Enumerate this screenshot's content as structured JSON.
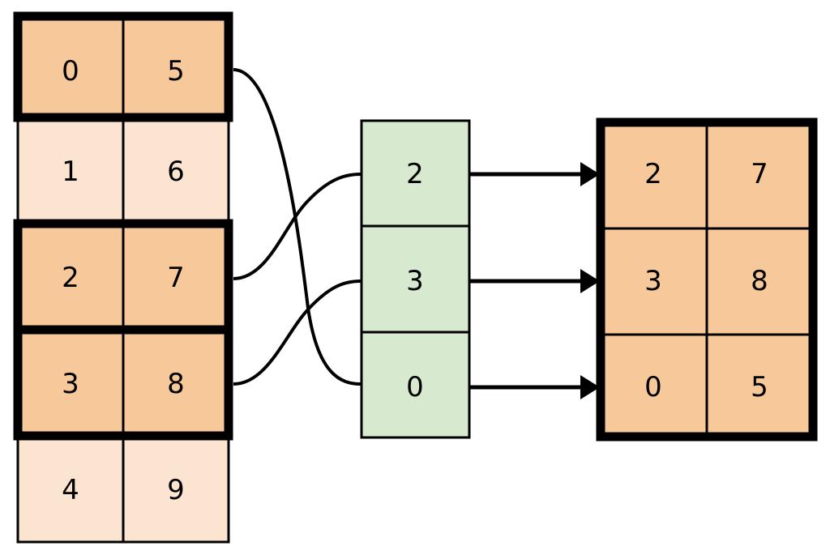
{
  "diagram": {
    "title": "array-gather-scatter-index-diagram",
    "colors": {
      "highlight_fill": "#f7c99a",
      "normal_fill": "#fbe5d0",
      "index_fill": "#d7e9ce",
      "stroke": "#000000",
      "background": "#ffffff"
    },
    "source_table": {
      "name": "source-array",
      "columns": 2,
      "rows": [
        {
          "row_index": 0,
          "cells": [
            "0",
            "5"
          ],
          "highlighted": true
        },
        {
          "row_index": 1,
          "cells": [
            "1",
            "6"
          ],
          "highlighted": false
        },
        {
          "row_index": 2,
          "cells": [
            "2",
            "7"
          ],
          "highlighted": true
        },
        {
          "row_index": 3,
          "cells": [
            "3",
            "8"
          ],
          "highlighted": true
        },
        {
          "row_index": 4,
          "cells": [
            "4",
            "9"
          ],
          "highlighted": false
        }
      ]
    },
    "index_column": {
      "name": "index-array",
      "cells": [
        "2",
        "3",
        "0"
      ]
    },
    "result_table": {
      "name": "result-array",
      "columns": 2,
      "rows": [
        {
          "row_index": 0,
          "cells": [
            "2",
            "7"
          ]
        },
        {
          "row_index": 1,
          "cells": [
            "3",
            "8"
          ]
        },
        {
          "row_index": 2,
          "cells": [
            "0",
            "5"
          ]
        }
      ]
    },
    "connectors": [
      {
        "name": "connector-source-row0-to-index-2",
        "from_row": 0,
        "to_index_cell": 2
      },
      {
        "name": "connector-source-row2-to-index-0",
        "from_row": 2,
        "to_index_cell": 0
      },
      {
        "name": "connector-source-row3-to-index-1",
        "from_row": 3,
        "to_index_cell": 1
      }
    ],
    "arrows": [
      {
        "name": "arrow-index-0-to-result-row0",
        "from_index_cell": 0,
        "to_result_row": 0
      },
      {
        "name": "arrow-index-1-to-result-row1",
        "from_index_cell": 1,
        "to_result_row": 1
      },
      {
        "name": "arrow-index-2-to-result-row2",
        "from_index_cell": 2,
        "to_result_row": 2
      }
    ]
  }
}
